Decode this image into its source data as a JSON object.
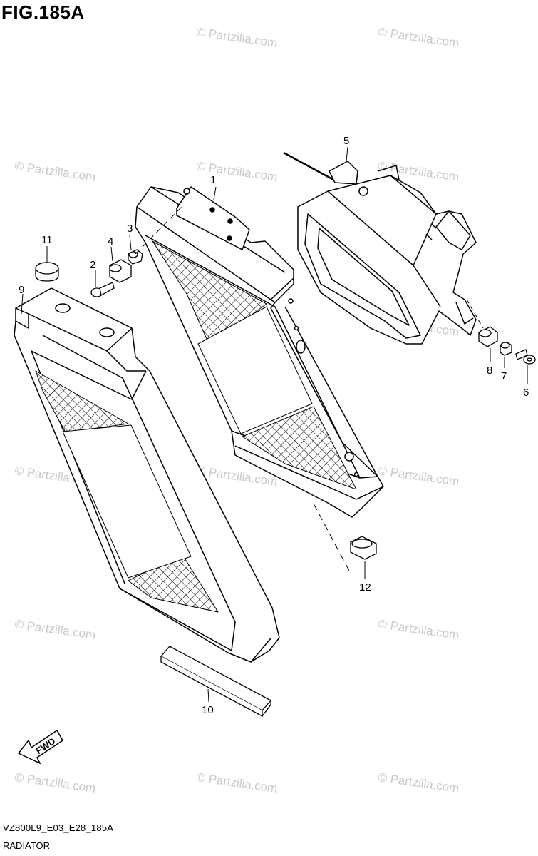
{
  "figure": {
    "title": "FIG.185A",
    "code": "VZ800L9_E03_E28_185A",
    "name": "RADIATOR"
  },
  "watermark": "© Partzilla.com",
  "fwd_label": "FWD",
  "callouts": [
    "1",
    "2",
    "3",
    "4",
    "5",
    "6",
    "7",
    "8",
    "9",
    "10",
    "11",
    "12"
  ],
  "colors": {
    "line": "#000000",
    "watermark": "#c9c9c9",
    "background": "#ffffff"
  }
}
